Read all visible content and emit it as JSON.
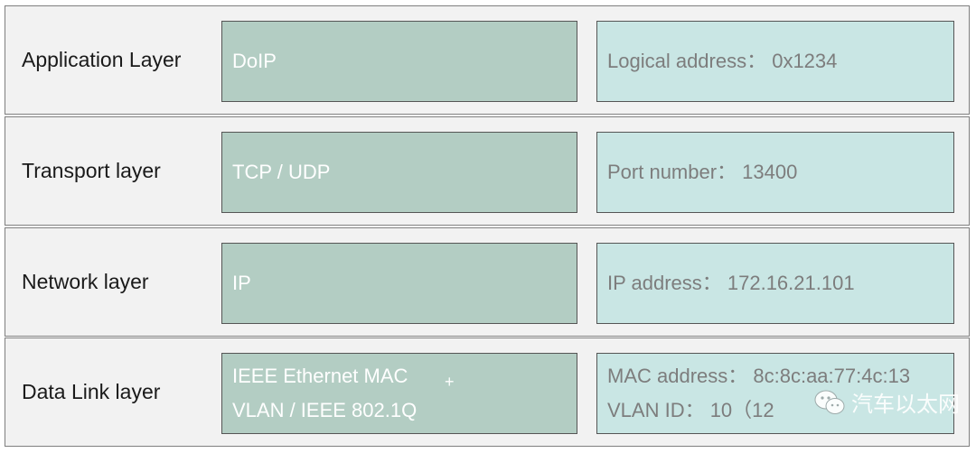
{
  "layers": [
    {
      "name": "Application Layer",
      "protocol_lines": [
        "DoIP"
      ],
      "address_lines": [
        "Logical address： 0x1234"
      ]
    },
    {
      "name": "Transport layer",
      "protocol_lines": [
        "TCP / UDP"
      ],
      "address_lines": [
        "Port number： 13400"
      ]
    },
    {
      "name": "Network layer",
      "protocol_lines": [
        "IP"
      ],
      "address_lines": [
        "IP address： 172.16.21.101"
      ]
    },
    {
      "name": "Data Link layer",
      "protocol_lines": [
        "IEEE Ethernet MAC",
        "VLAN / IEEE 802.1Q"
      ],
      "address_lines": [
        "MAC address： 8c:8c:aa:77:4c:13",
        "VLAN ID： 10（12"
      ]
    }
  ],
  "datalink_plus": "+",
  "watermark": {
    "text": "汽车以太网",
    "icon": "wechat-icon"
  },
  "colors": {
    "row_bg": "#f2f2f2",
    "protocol_box": "#b3cdc3",
    "address_box": "#c9e6e4",
    "protocol_text": "#ffffff",
    "address_text": "#7d7d7d"
  }
}
